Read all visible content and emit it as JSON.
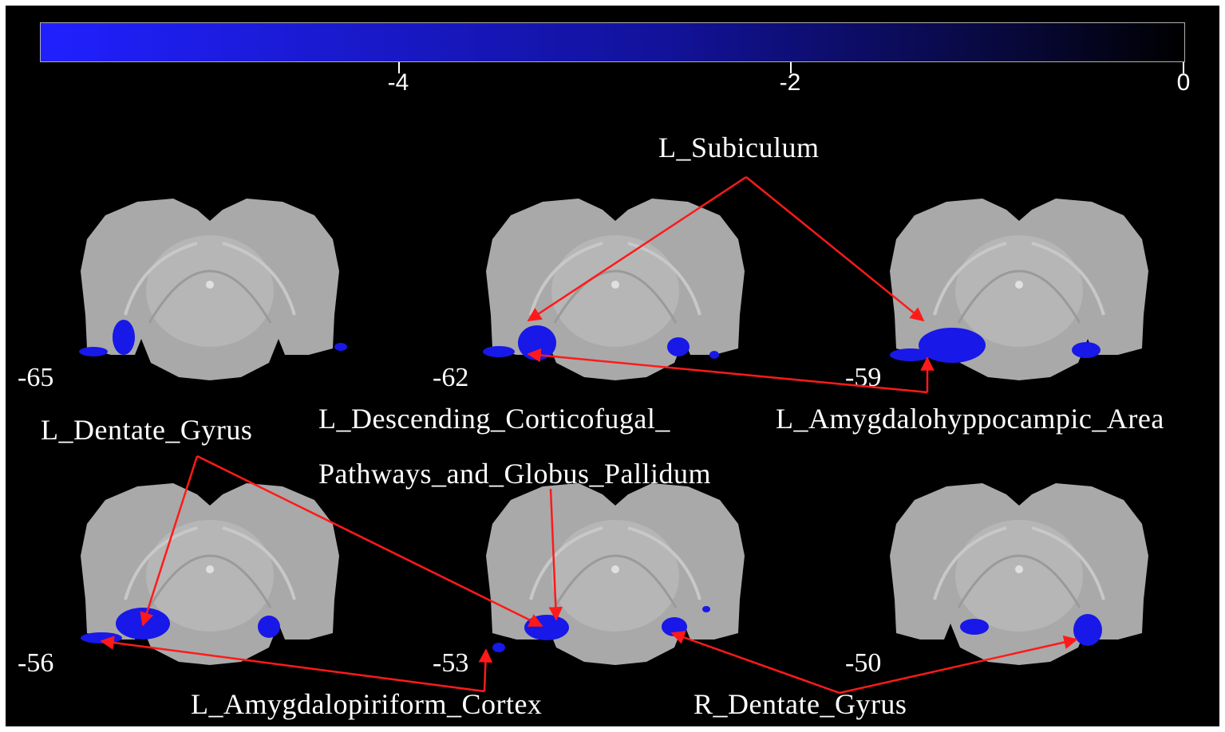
{
  "colors": {
    "background": "#000000",
    "colorbar_low": "#2020ff",
    "colorbar_high": "#000000",
    "activation": "#1818e8",
    "arrow": "#ff1a1a",
    "tissue": "#a9a9a9"
  },
  "colorbar": {
    "min": -5.8,
    "max": 0,
    "ticks": [
      {
        "value": -4,
        "label": "-4"
      },
      {
        "value": -2,
        "label": "-2"
      },
      {
        "value": 0,
        "label": "0"
      }
    ]
  },
  "slices": [
    {
      "label": "-65"
    },
    {
      "label": "-62"
    },
    {
      "label": "-59"
    },
    {
      "label": "-56"
    },
    {
      "label": "-53"
    },
    {
      "label": "-50"
    }
  ],
  "regions": {
    "subiculum": "L_Subiculum",
    "dentate_left": "L_Dentate_Gyrus",
    "descending_line1": "L_Descending_Corticofugal_",
    "descending_line2": "Pathways_and_Globus_Pallidum",
    "amygdalohippocampal": "L_Amygdalohyppocampic_Area",
    "amygdalopiriform": "L_Amygdalopiriform_Cortex",
    "dentate_right": "R_Dentate_Gyrus"
  }
}
